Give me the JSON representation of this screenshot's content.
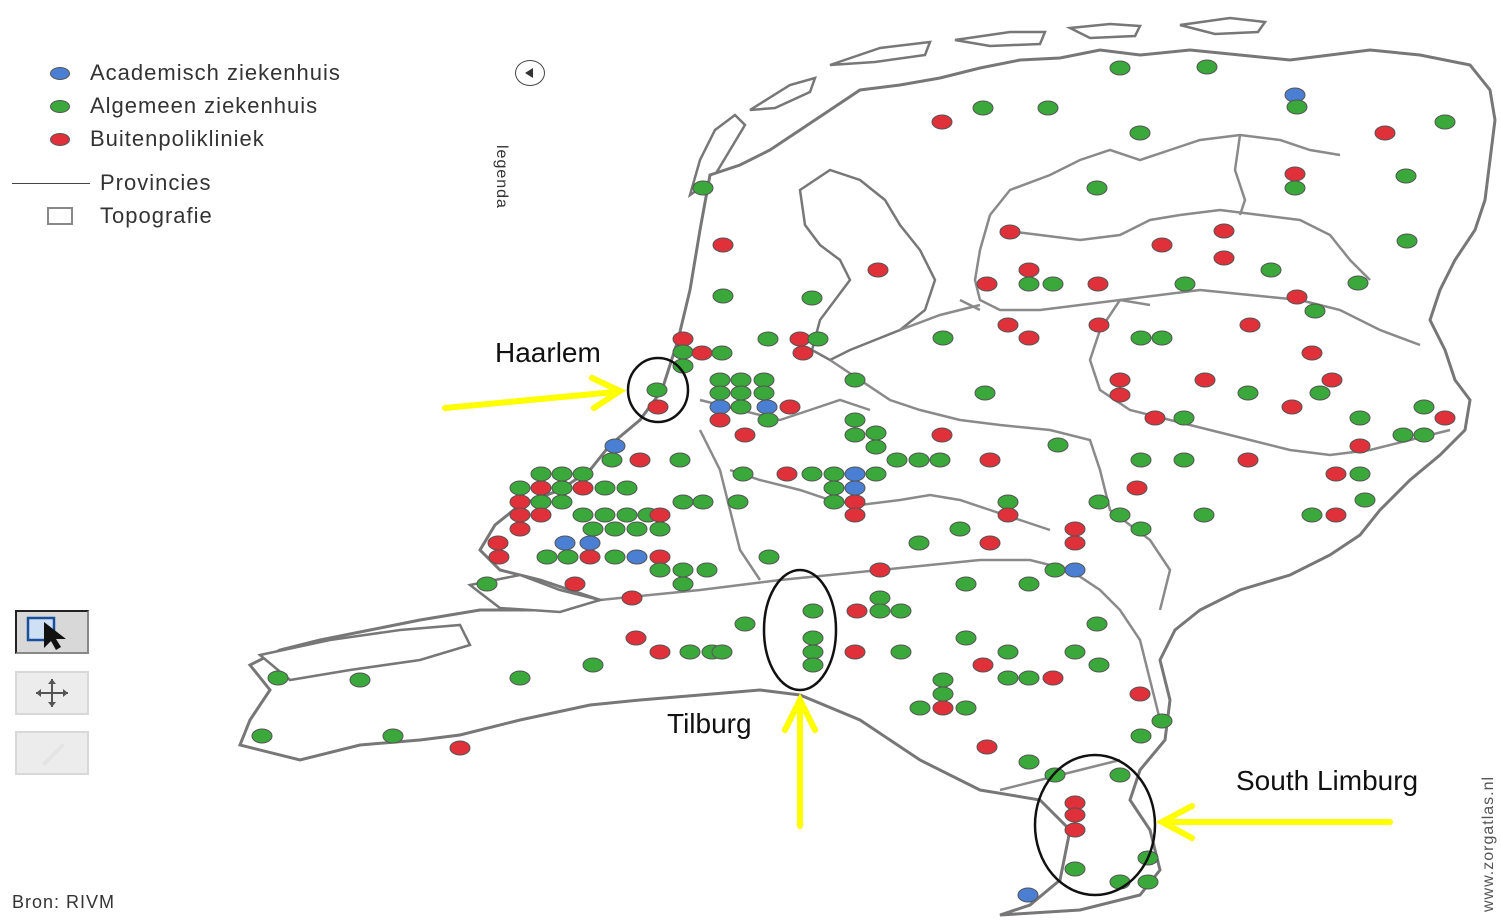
{
  "legend": {
    "items": [
      {
        "label": "Academisch ziekenhuis",
        "symbol": "dot",
        "color": "#4a7fd4"
      },
      {
        "label": "Algemeen ziekenhuis",
        "symbol": "dot",
        "color": "#3aa83a"
      },
      {
        "label": "Buitenpolikliniek",
        "symbol": "dot",
        "color": "#e0303a"
      },
      {
        "label": "Provincies",
        "symbol": "line",
        "color": "#444444"
      },
      {
        "label": "Topografie",
        "symbol": "box",
        "color": "#888888"
      }
    ],
    "toggle_icon": "legend-collapse-icon",
    "vertical_label": "legenda"
  },
  "tools": [
    {
      "icon": "select-arrow-icon",
      "active": true
    },
    {
      "icon": "pan-move-icon",
      "active": false
    },
    {
      "icon": "zoom-inactive-icon",
      "active": false
    }
  ],
  "annotations": {
    "haarlem": "Haarlem",
    "tilburg": "Tilburg",
    "south_limburg": "South Limburg",
    "arrow_color": "#ffff00"
  },
  "footer": {
    "source": "Bron: RIVM",
    "credit": "www.zorgatlas.nl"
  },
  "colors": {
    "academisch": "#4a7fd4",
    "algemeen": "#3aa83a",
    "buiten": "#e0303a",
    "border": "#777777",
    "land": "#ffffff"
  }
}
